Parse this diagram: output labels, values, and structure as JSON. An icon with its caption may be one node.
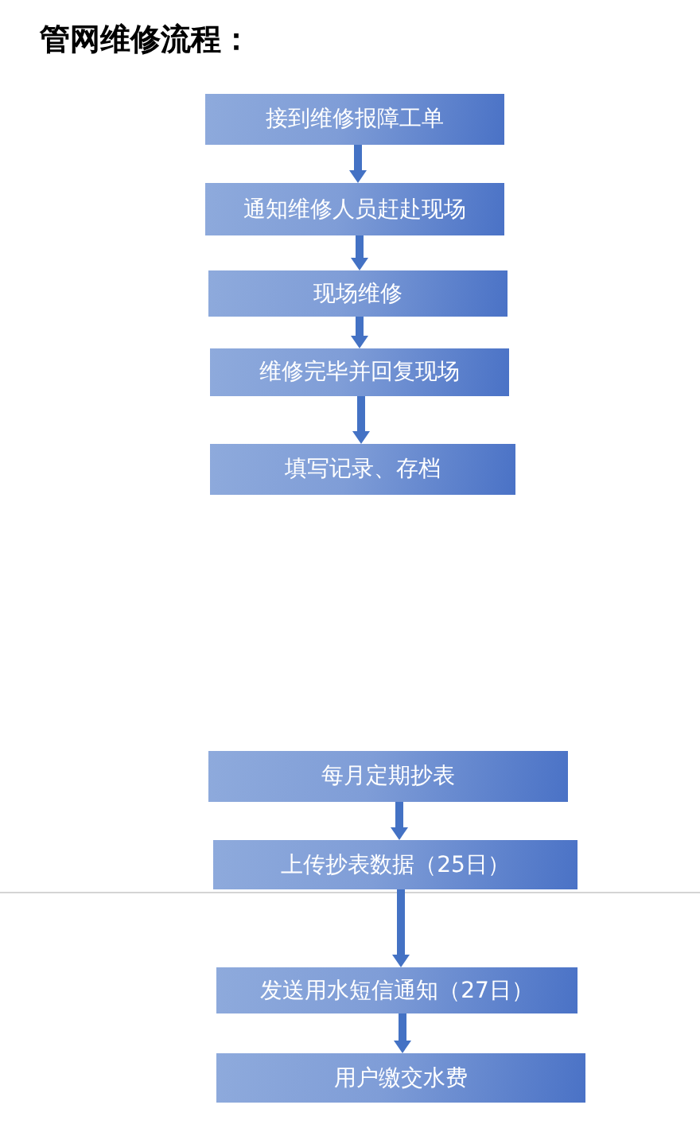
{
  "diagram": {
    "title": "管网维修流程：",
    "nodes": [
      {
        "text": [
          "接到维修报障工单"
        ]
      },
      {
        "text": [
          "通知维修人员赶赴现场"
        ]
      },
      {
        "text": [
          "现场维修"
        ]
      },
      {
        "text": [
          "维修完毕并回复现场"
        ]
      },
      {
        "text": [
          "填写记录、存档"
        ]
      },
      {
        "text": [
          "每月定期抄表"
        ]
      },
      {
        "text": [
          "上传抄表数据（25日）"
        ]
      },
      {
        "text": [
          "发送用水短信通知（27日）"
        ]
      },
      {
        "text": [
          "用户缴交水费"
        ]
      }
    ],
    "edges": [
      {
        "from": 0,
        "to": 1,
        "arrow": "to"
      },
      {
        "from": 1,
        "to": 2,
        "arrow": "to"
      },
      {
        "from": 2,
        "to": 3,
        "arrow": "to"
      },
      {
        "from": 3,
        "to": 4,
        "arrow": "to"
      },
      {
        "from": 5,
        "to": 6,
        "arrow": "to"
      },
      {
        "from": 6,
        "to": 7,
        "arrow": "to"
      },
      {
        "from": 7,
        "to": 8,
        "arrow": "to"
      }
    ]
  }
}
